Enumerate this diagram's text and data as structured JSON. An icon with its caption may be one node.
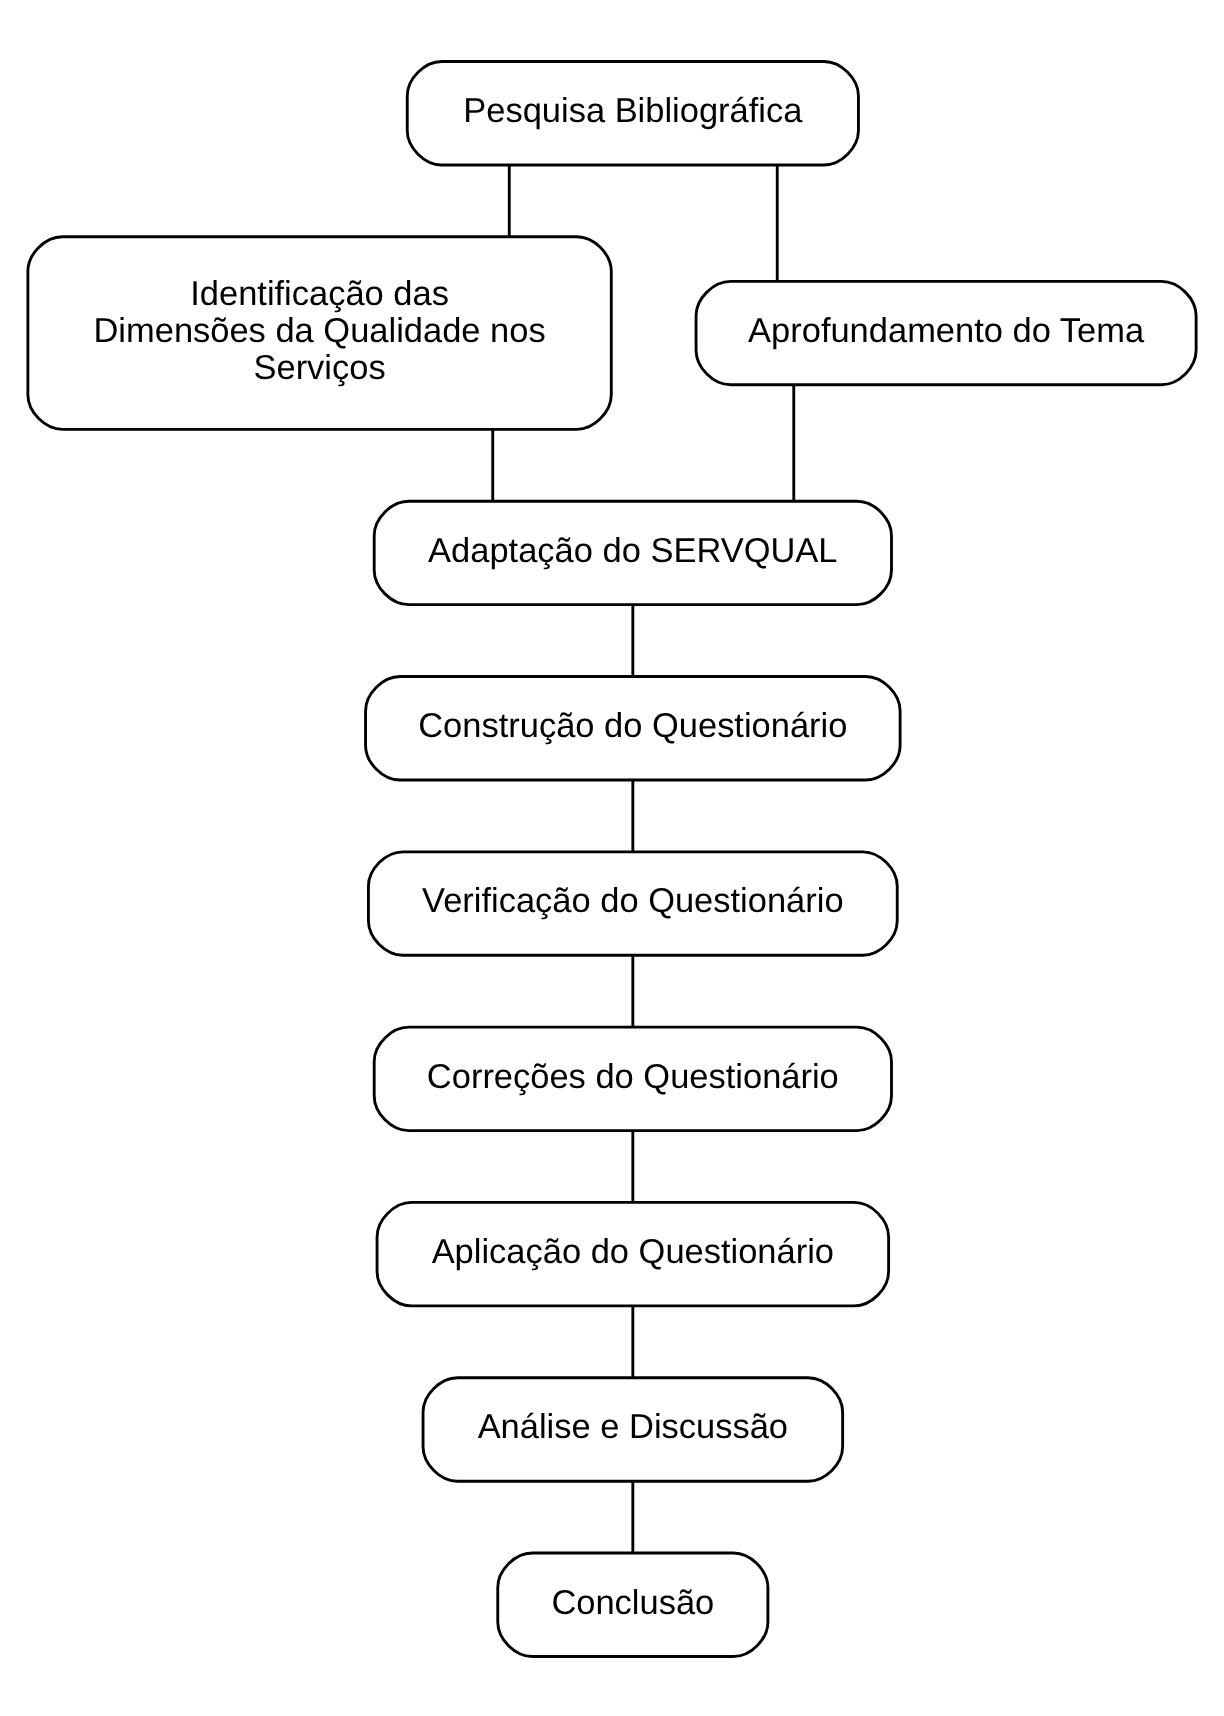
{
  "diagram": {
    "nodes": [
      {
        "text": [
          "Pesquisa Bibliográfica"
        ]
      },
      {
        "text": [
          "Identificação das Dimensões da Qualidade nos Serviços"
        ]
      },
      {
        "text": [
          "Aprofundamento do Tema"
        ]
      },
      {
        "text": [
          "Adaptação do SERVQUAL"
        ]
      },
      {
        "text": [
          "Construção do Questionário"
        ]
      },
      {
        "text": [
          "Verificação do Questionário"
        ]
      },
      {
        "text": [
          "Correções do Questionário"
        ]
      },
      {
        "text": [
          "Aplicação do Questionário"
        ]
      },
      {
        "text": [
          "Análise e Discussão"
        ]
      },
      {
        "text": [
          "Conclusão"
        ]
      }
    ],
    "edges": [
      {
        "from": 0,
        "to": 1,
        "arrow": "none"
      },
      {
        "from": 0,
        "to": 2,
        "arrow": "none"
      },
      {
        "from": 1,
        "to": 3,
        "arrow": "none"
      },
      {
        "from": 2,
        "to": 3,
        "arrow": "none"
      },
      {
        "from": 3,
        "to": 4,
        "arrow": "none"
      },
      {
        "from": 4,
        "to": 5,
        "arrow": "none"
      },
      {
        "from": 5,
        "to": 6,
        "arrow": "none"
      },
      {
        "from": 6,
        "to": 7,
        "arrow": "none"
      },
      {
        "from": 7,
        "to": 8,
        "arrow": "none"
      },
      {
        "from": 8,
        "to": 9,
        "arrow": "none"
      }
    ]
  }
}
